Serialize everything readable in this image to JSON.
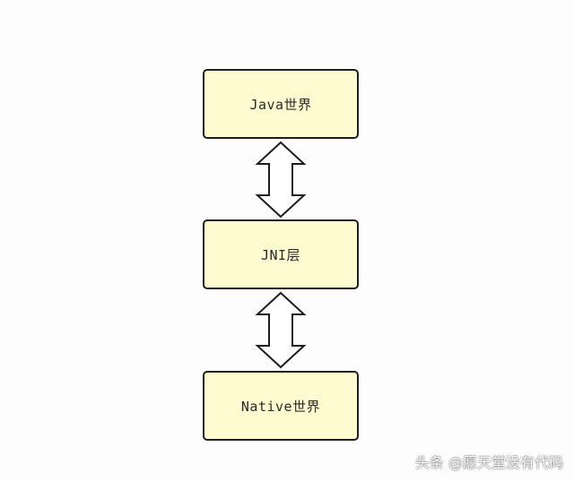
{
  "diagram": {
    "layers": [
      {
        "label": "Java世界"
      },
      {
        "label": "JNI层"
      },
      {
        "label": "Native世界"
      }
    ],
    "connectors": [
      {
        "from": "Java世界",
        "to": "JNI层",
        "direction": "bidirectional"
      },
      {
        "from": "JNI层",
        "to": "Native世界",
        "direction": "bidirectional"
      }
    ],
    "colors": {
      "box_fill": "#fefbd0",
      "box_border": "#1e1e1e",
      "arrow_fill": "#ffffff",
      "arrow_stroke": "#1e1e1e",
      "background": "#fdfdfd"
    }
  },
  "watermark": {
    "text": "头条 @愿天堂没有代码"
  }
}
